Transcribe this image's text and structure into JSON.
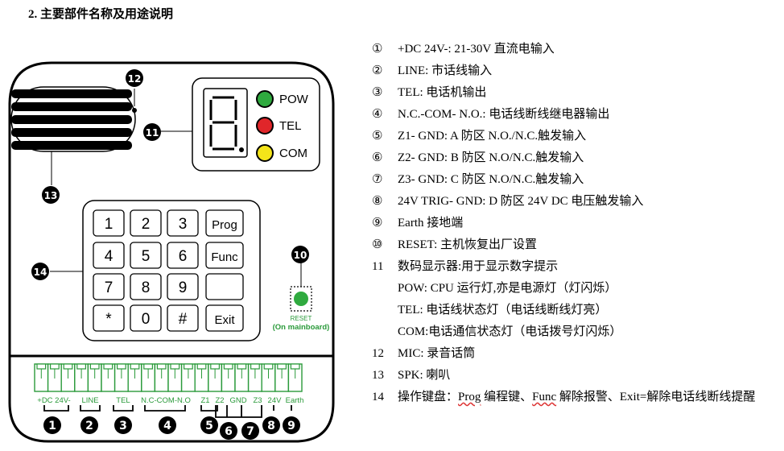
{
  "heading": "2. 主要部件名称及用途说明",
  "device": {
    "pow_label": "POW",
    "tel_label": "TEL",
    "com_label": "COM",
    "keys": [
      "1",
      "2",
      "3",
      "Prog",
      "4",
      "5",
      "6",
      "Func",
      "7",
      "8",
      "9",
      "",
      "*",
      "0",
      "#",
      "Exit"
    ],
    "reset_label": "RESET",
    "reset_sub": "(On mainboard)",
    "terminal_labels": [
      "+DC 24V-",
      "LINE",
      "TEL",
      "N.C-COM-N.O",
      "Z1",
      "Z2",
      "GND",
      "Z3",
      "24V",
      "Earth"
    ],
    "callouts": [
      "12",
      "11",
      "13",
      "14",
      "10",
      "1",
      "2",
      "3",
      "4",
      "5",
      "6",
      "7",
      "8",
      "9"
    ]
  },
  "legend": {
    "rows": [
      {
        "num": "①",
        "text": "+DC 24V-: 21-30V 直流电输入"
      },
      {
        "num": "②",
        "text": "LINE: 市话线输入"
      },
      {
        "num": "③",
        "text": "TEL: 电话机输出"
      },
      {
        "num": "④",
        "text": "N.C.-COM- N.O.: 电话线断线继电器输出"
      },
      {
        "num": "⑤",
        "text": "Z1- GND: A 防区 N.O./N.C.触发输入"
      },
      {
        "num": "⑥",
        "text": "Z2- GND: B 防区 N.O/N.C.触发输入"
      },
      {
        "num": "⑦",
        "text": "Z3- GND: C 防区 N.O/N.C.触发输入"
      },
      {
        "num": "⑧",
        "text": "24V TRIG- GND: D 防区 24V DC 电压触发输入"
      },
      {
        "num": "⑨",
        "text": "Earth 接地端"
      },
      {
        "num": "⑩",
        "text": "RESET: 主机恢复出厂设置"
      },
      {
        "num": "11",
        "text": "数码显示器:用于显示数字提示"
      },
      {
        "num": "",
        "text": "POW: CPU 运行灯,亦是电源灯（灯闪烁）"
      },
      {
        "num": "",
        "text": "TEL: 电话线状态灯（电话线断线灯亮）"
      },
      {
        "num": "",
        "text": "COM:电话通信状态灯（电话拨号灯闪烁）"
      },
      {
        "num": "12",
        "text": "MIC: 录音话筒"
      },
      {
        "num": "13",
        "text": "SPK: 喇叭"
      }
    ],
    "last_num": "14",
    "last_prefix": "操作键盘：",
    "last_prog": "Prog",
    "last_mid": " 编程键、",
    "last_func": "Func",
    "last_end": " 解除报警、Exit=解除电话线断线提醒"
  }
}
